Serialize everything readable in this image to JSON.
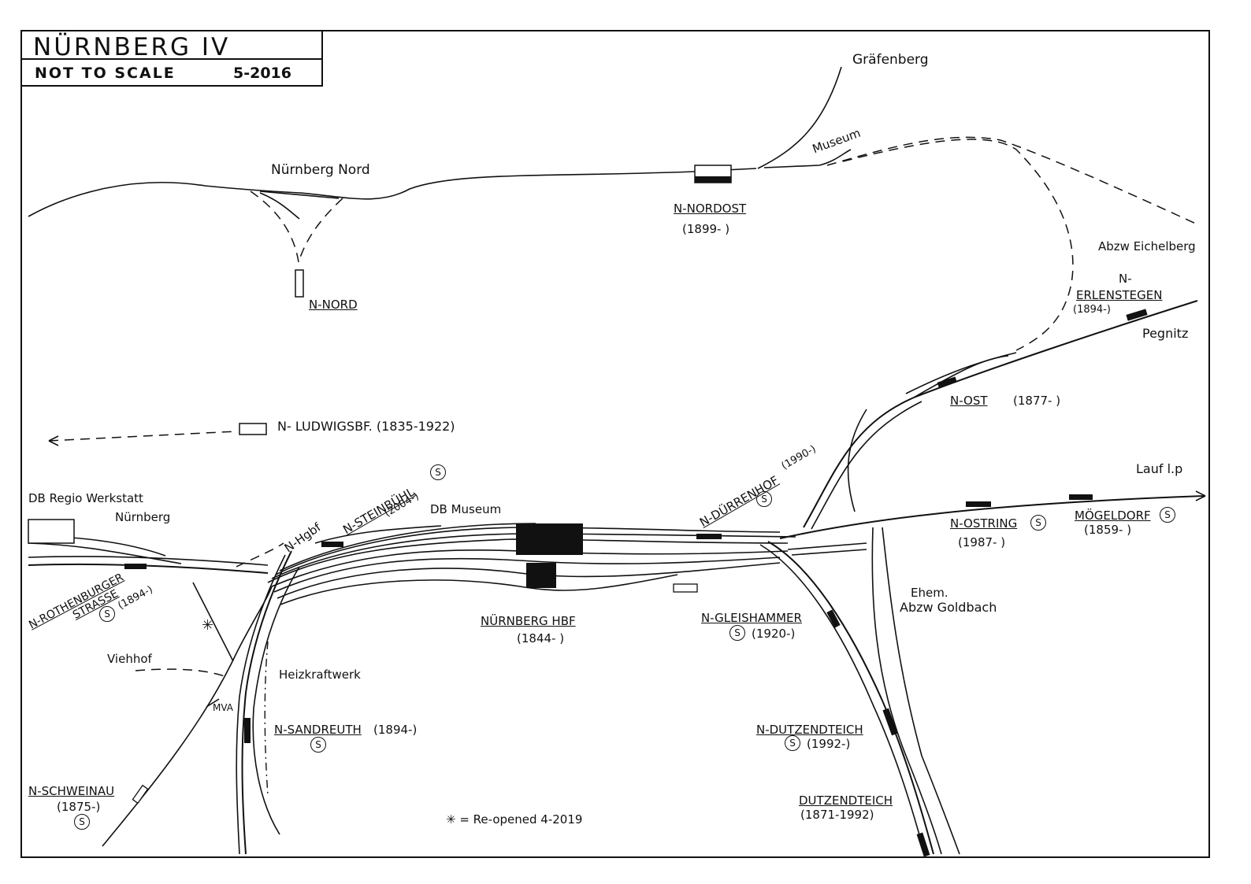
{
  "title": {
    "name": "NÜRNBERG IV",
    "scale": "NOT TO SCALE",
    "date": "5-2016"
  },
  "icons": {
    "s_bahn": "S"
  },
  "legend": {
    "note": "✳ = Re-opened 4-2019"
  },
  "labels": {
    "grafenberg": "Gräfenberg",
    "museum": "Museum",
    "nbg_nord": "Nürnberg Nord",
    "n_nord": "N-NORD",
    "n_nordost": "N-NORDOST",
    "n_nordost_date": "(1899- )",
    "abzw_eichelberg": "Abzw Eichelberg",
    "n_prefix": "N-",
    "erlenstegen": "ERLENSTEGEN",
    "erlenstegen_date": "(1894-)",
    "pegnitz": "Pegnitz",
    "n_ost": "N-OST",
    "n_ost_date": "(1877- )",
    "ludwigsbf": "N- LUDWIGSBF. (1835-1922)",
    "lauf": "Lauf l.p",
    "db_regio_1": "DB Regio Werkstatt",
    "db_regio_2": "Nürnberg",
    "n_hgbf": "N-Hgbf",
    "steinbuehl": "N-STEINBÜHL",
    "steinbuehl_date": "(2004-)",
    "db_museum": "DB Museum",
    "duerrenhof": "N-DÜRRENHOF",
    "duerrenhof_date": "(1990-)",
    "ostring": "N-OSTRING",
    "ostring_date": "(1987- )",
    "moegeldorf": "MÖGELDORF",
    "moegeldorf_date": "(1859- )",
    "rothenburger_1": "N-ROTHENBURGER",
    "rothenburger_2": "STRASSE",
    "rothenburger_date": "(1894-)",
    "hbf": "NÜRNBERG HBF",
    "hbf_date": "(1844- )",
    "gleishammer": "N-GLEISHAMMER",
    "gleishammer_date": "(1920-)",
    "goldbach_1": "Ehem.",
    "goldbach_2": "Abzw Goldbach",
    "viehhof": "Viehhof",
    "heizkraftwerk": "Heizkraftwerk",
    "mva": "MVA",
    "sandreuth": "N-SANDREUTH",
    "sandreuth_date": "(1894-)",
    "dutzendteich_stop": "N-DUTZENDTEICH",
    "dutzendteich_stop_date": "(1992-)",
    "schweinau": "N-SCHWEINAU",
    "schweinau_date": "(1875-)",
    "dutzendteich": "DUTZENDTEICH",
    "dutzendteich_date": "(1871-1992)",
    "asterisk": "✳"
  }
}
